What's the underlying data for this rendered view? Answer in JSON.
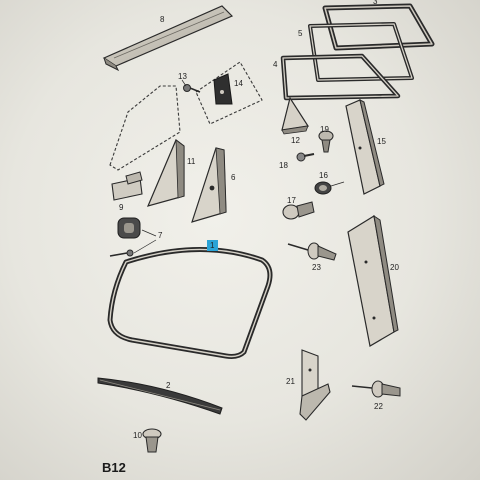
{
  "page_ref": "B12",
  "callouts": {
    "c1": "1",
    "c2": "2",
    "c3": "3",
    "c4": "4",
    "c5": "5",
    "c6": "6",
    "c7": "7",
    "c8": "8",
    "c9": "9",
    "c10": "10",
    "c11": "11",
    "c12": "12",
    "c13": "13",
    "c14": "14",
    "c15": "15",
    "c16": "16",
    "c17": "17",
    "c18": "18",
    "c19": "19",
    "c20": "20",
    "c21": "21",
    "c22": "22",
    "c23": "23"
  },
  "colors": {
    "highlight": "#2aa3d6",
    "ink": "#2a2a2a",
    "part_fill": "#c9c6bd",
    "part_dark": "#8f8b82"
  }
}
